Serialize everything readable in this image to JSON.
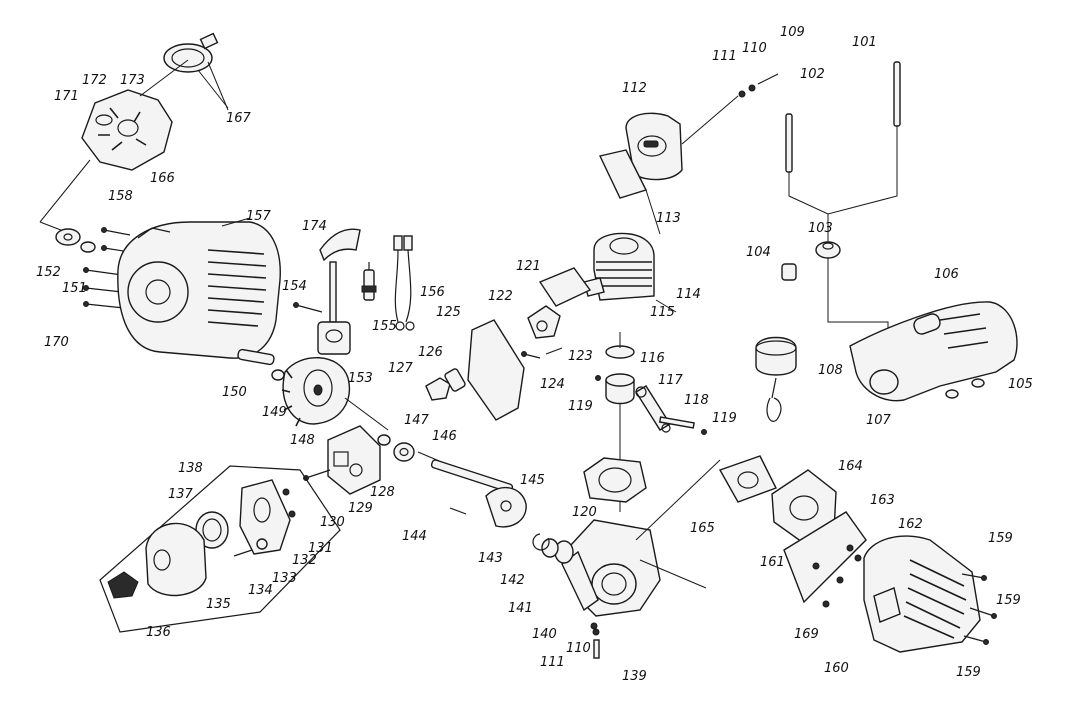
{
  "labels": {
    "l101": "101",
    "l102": "102",
    "l103": "103",
    "l104": "104",
    "l105": "105",
    "l106": "106",
    "l107": "107",
    "l108": "108",
    "l109": "109",
    "l110a": "110",
    "l111a": "111",
    "l112": "112",
    "l113": "113",
    "l114": "114",
    "l115": "115",
    "l116": "116",
    "l117": "117",
    "l118": "118",
    "l119a": "119",
    "l119b": "119",
    "l120": "120",
    "l121": "121",
    "l122": "122",
    "l123": "123",
    "l124": "124",
    "l125": "125",
    "l126": "126",
    "l127": "127",
    "l128": "128",
    "l129": "129",
    "l130": "130",
    "l131": "131",
    "l132": "132",
    "l133": "133",
    "l134": "134",
    "l135": "135",
    "l136": "136",
    "l137": "137",
    "l138": "138",
    "l139": "139",
    "l140": "140",
    "l141": "141",
    "l142": "142",
    "l143": "143",
    "l144": "144",
    "l145": "145",
    "l146": "146",
    "l147": "147",
    "l148": "148",
    "l149": "149",
    "l150": "150",
    "l151": "151",
    "l152": "152",
    "l153": "153",
    "l154": "154",
    "l155": "155",
    "l156": "156",
    "l157": "157",
    "l158": "158",
    "l159a": "159",
    "l159b": "159",
    "l159c": "159",
    "l160": "160",
    "l161": "161",
    "l162": "162",
    "l163": "163",
    "l164": "164",
    "l165": "165",
    "l166": "166",
    "l167": "167",
    "l169": "169",
    "l170": "170",
    "l171": "171",
    "l172": "172",
    "l173": "173",
    "l174": "174",
    "l110b": "110",
    "l111b": "111"
  }
}
